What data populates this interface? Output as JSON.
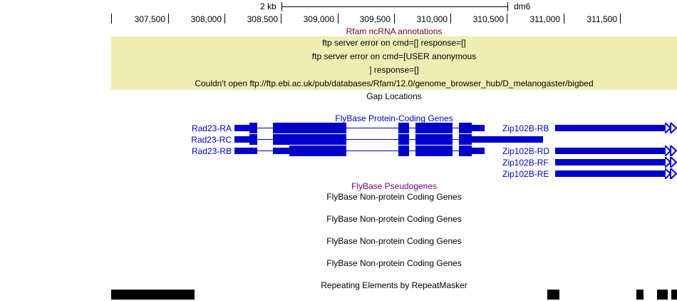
{
  "ruler": {
    "scale_label": "2 kb",
    "assembly": "dm6",
    "ticks": [
      "307,500",
      "308,000",
      "308,500",
      "309,000",
      "309,500",
      "310,000",
      "310,500",
      "311,000",
      "311,500"
    ]
  },
  "tracks": {
    "rfam": {
      "title": "Rfam ncRNA annotations",
      "errors": [
        "ftp server error on cmd=[] response=[]",
        "ftp server error on cmd=[USER anonymous",
        "] response=[]",
        "Couldn't open ftp://ftp.ebi.ac.uk/pub/databases/Rfam/12.0/genome_browser_hub/D_melanogaster/bigbed"
      ]
    },
    "gap": {
      "title": "Gap Locations"
    },
    "flybase_protein": {
      "title": "FlyBase Protein-Coding Genes",
      "genes_left": [
        "Rad23-RA",
        "Rad23-RC",
        "Rad23-RB"
      ],
      "genes_right": [
        "Zip102B-RB",
        "Zip102B-RD",
        "Zip102B-RF",
        "Zip102B-RE"
      ]
    },
    "pseudogenes": {
      "title": "FlyBase Pseudogenes"
    },
    "noncoding": [
      {
        "title": "FlyBase Non-protein Coding Genes"
      },
      {
        "title": "FlyBase Non-protein Coding Genes"
      },
      {
        "title": "FlyBase Non-protein Coding Genes"
      },
      {
        "title": "FlyBase Non-protein Coding Genes"
      }
    ],
    "repeatmasker": {
      "title": "Repeating Elements by RepeatMasker"
    }
  },
  "colors": {
    "gene": "#0000c8",
    "rfam_title": "#780000",
    "rfam_bg": "#eeeeb4",
    "pseudogene_title": "#780078"
  }
}
